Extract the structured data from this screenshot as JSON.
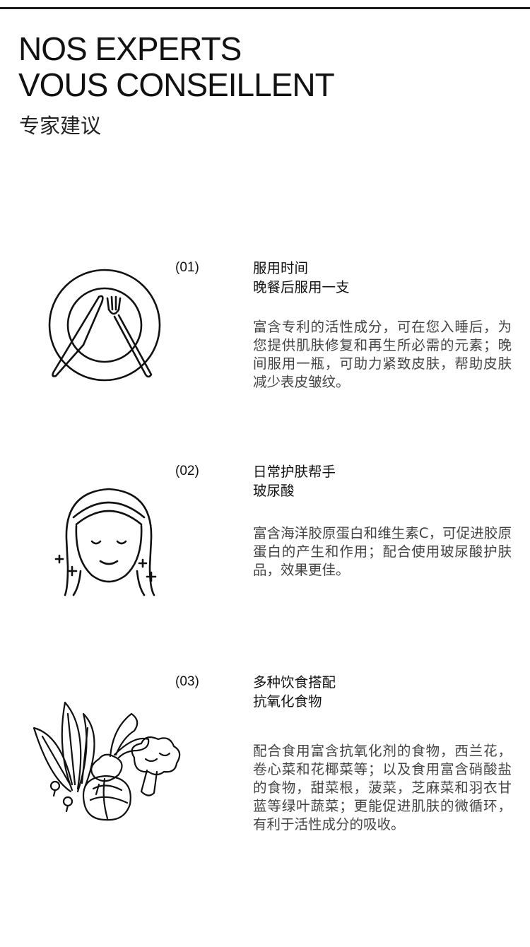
{
  "header": {
    "title_line1": "NOS EXPERTS",
    "title_line2": "VOUS CONSEILLENT",
    "subtitle": "专家建议"
  },
  "steps": [
    {
      "number": "(01)",
      "heading_line1": "服用时间",
      "heading_line2": "晚餐后服用一支",
      "body": "富含专利的活性成分，可在您入睡后，为您提供肌肤修复和再生所必需的元素；晚间服用一瓶，可助力紧致皮肤，帮助皮肤减少表皮皱纹。",
      "icon": "plate-fork-knife-icon"
    },
    {
      "number": "(02)",
      "heading_line1": "日常护肤帮手",
      "heading_line2": "玻尿酸",
      "body": "富含海洋胶原蛋白和维生素C，可促进胶原蛋白的产生和作用；配合使用玻尿酸护肤品，效果更佳。",
      "icon": "woman-face-sparkles-icon"
    },
    {
      "number": "(03)",
      "heading_line1": "多种饮食搭配",
      "heading_line2": "抗氧化食物",
      "body": "配合食用富含抗氧化剂的食物，西兰花，卷心菜和花椰菜等；以及食用富含硝酸盐的食物，甜菜根，菠菜，芝麻菜和羽衣甘蓝等绿叶蔬菜；更能促进肌肤的微循环，有利于活性成分的吸收。",
      "icon": "vegetables-icon"
    }
  ]
}
